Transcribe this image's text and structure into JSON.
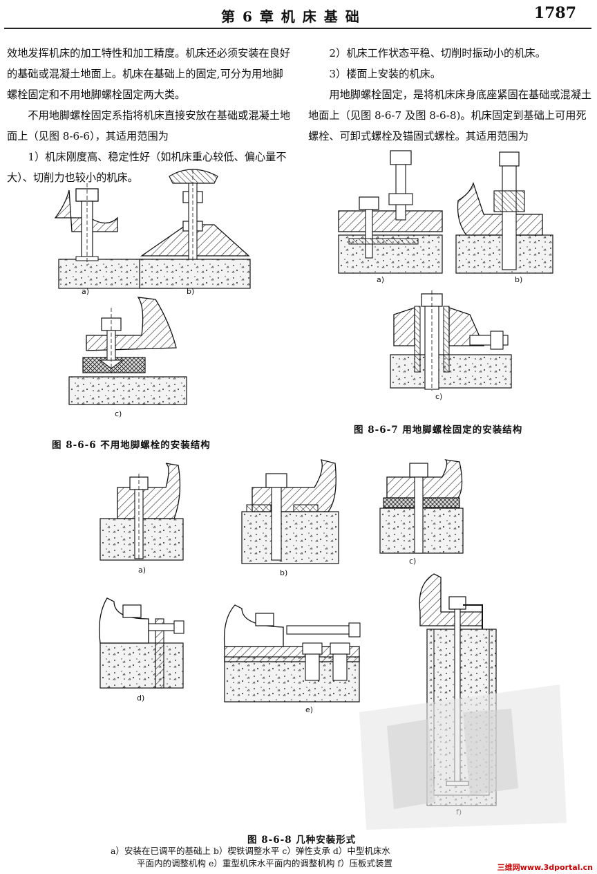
{
  "header": {
    "chapter": "第 6 章   机 床 基 础",
    "page_number": "1787"
  },
  "left_column": {
    "p1": "效地发挥机床的加工特性和加工精度。机床还必须安装在良好的基础或混凝土地面上。机床在基础上的固定,可分为用地脚螺栓固定和不用地脚螺栓固定两大类。",
    "p2": "不用地脚螺栓固定系指将机床直接安放在基础或混凝土地面上（见图 8-6-6），其适用范围为",
    "p3": "1）机床刚度高、稳定性好（如机床重心较低、偏心量不大）、切削力也较小的机床。"
  },
  "right_column": {
    "p1": "2）机床工作状态平稳、切削时振动小的机床。",
    "p2": "3）楼面上安装的机床。",
    "p3": "用地脚螺栓固定，是将机床床身底座紧固在基础或混凝土地面上（见图 8-6-7 及图 8-6-8)。机床固定到基础上可用死螺栓、可卸式螺栓及锚固式螺栓。其适用范围为"
  },
  "fig866": {
    "caption": "图 8-6-6   不用地脚螺栓的安装结构",
    "labels": [
      "a)",
      "b)",
      "c)"
    ]
  },
  "fig867": {
    "caption": "图 8-6-7   用地脚螺栓固定的安装结构",
    "labels": [
      "a)",
      "b)",
      "c)"
    ]
  },
  "fig868": {
    "caption": "图 8-6-8   几种安装形式",
    "labels": [
      "a)",
      "b)",
      "c)",
      "d)",
      "e)",
      "f)"
    ],
    "legend_line1": "a）安装在已调平的基础上   b）楔铁调整水平   c）弹性支承   d）中型机床水",
    "legend_line2": "平面内的调整机构   e）重型机床水平面内的调整机构   f）压板式装置"
  },
  "watermark": "三维网www.3dportal.cn"
}
